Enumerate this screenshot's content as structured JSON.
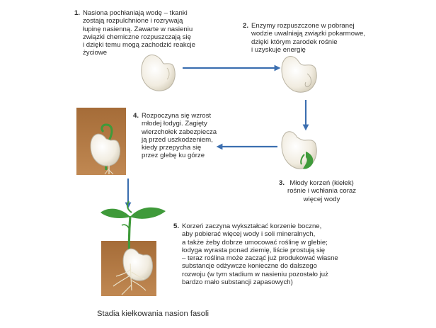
{
  "stages": [
    {
      "number": "1.",
      "text": "Nasiona pochłaniają wodę – tkanki\nzostają rozpulchnione i rozrywają\nłupinę nasienną. Zawarte w nasieniu\nzwiązki chemiczne rozpuszczają się\ni dzięki temu mogą zachodzić reakcje\nżyciowe"
    },
    {
      "number": "2.",
      "text": "Enzymy rozpuszczone w pobranej\nwodzie uwalniają związki pokarmowe,\ndzięki którym zarodek rośnie\ni uzyskuje energię"
    },
    {
      "number": "3.",
      "text": "Młody korzeń (kiełek)\nrośnie i wchłania coraz\nwięcej wody"
    },
    {
      "number": "4.",
      "text": "Rozpoczyna się wzrost\nmłodej łodygi. Zagięty\nwierzchołek zabezpiecza\nją przed uszkodzeniem,\nkiedy przepycha się\nprzez glebę ku górze"
    },
    {
      "number": "5.",
      "text": "Korzeń zaczyna wykształcać korzenie boczne,\naby pobierać więcej wody i soli mineralnych,\na także żeby dobrze umocować roślinę w glebie;\nłodyga wyrasta ponad ziemię, liście prostują się\n– teraz roślina może zacząć już produkować własne\nsubstancje odżywcze konieczne do dalszego\nrozwoju (w tym stadium w nasieniu pozostało już\nbardzo mało substancji zapasowych)"
    }
  ],
  "caption": "Stadia kiełkowania nasion fasoli",
  "colors": {
    "arrow": "#3c6fb0",
    "soil": "#b07a45",
    "leaf": "#3f9a3a",
    "seed": "#f3efe6",
    "seed_outline": "#b9b3a3",
    "root": "#e8e0c8"
  }
}
